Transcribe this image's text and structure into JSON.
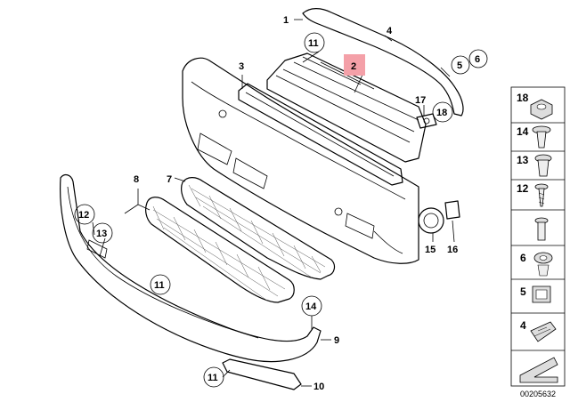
{
  "callouts": {
    "c1": "1",
    "c2": "2",
    "c3": "3",
    "c4": "4",
    "c5": "5",
    "c6": "6",
    "c7": "7",
    "c8": "8",
    "c9": "9",
    "c10": "10",
    "c11a": "11",
    "c11b": "11",
    "c11c": "11",
    "c12": "12",
    "c13": "13",
    "c14": "14",
    "c15": "15",
    "c16": "16",
    "c17": "17",
    "c18": "18"
  },
  "highlight_color": "#f4a0a8",
  "side_panel": {
    "cells": [
      "18",
      "14",
      "13",
      "12",
      "6",
      "5",
      "4",
      ""
    ]
  },
  "catalog_number": "00205632"
}
